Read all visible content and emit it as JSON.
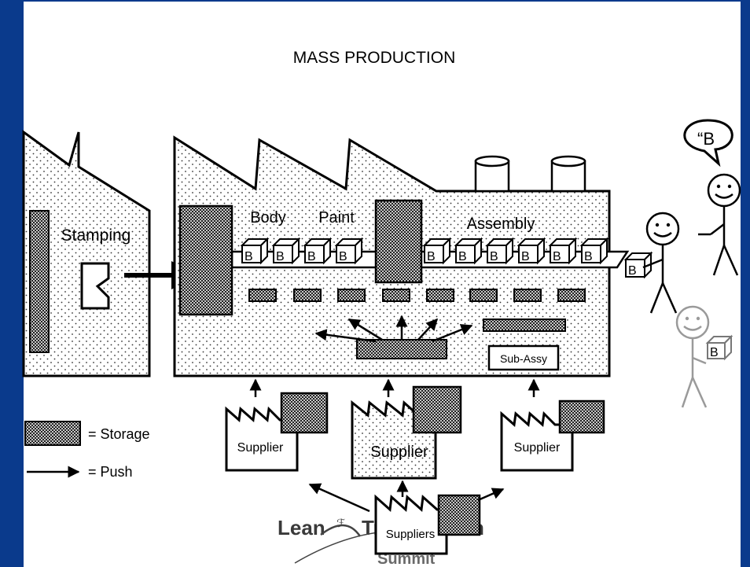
{
  "slide": {
    "title": "MASS PRODUCTION",
    "border_color": "#0a3a8c"
  },
  "factory": {
    "stamping_label": "Stamping",
    "body_label": "Body",
    "paint_label": "Paint",
    "assembly_label": "Assembly",
    "subassy_label": "Sub-Assy",
    "product_letter": "B"
  },
  "suppliers": {
    "left_label": "Supplier",
    "center_label": "Supplier",
    "right_label": "Supplier",
    "bottom_label": "Suppliers"
  },
  "legend": {
    "storage_label": "= Storage",
    "push_label": "= Push"
  },
  "customers": {
    "speech_text": "“B",
    "held_box_letter": "B"
  },
  "watermark": {
    "line1": "Lean",
    "line2": "Tra",
    "line3": "n",
    "line4": "Summit"
  }
}
